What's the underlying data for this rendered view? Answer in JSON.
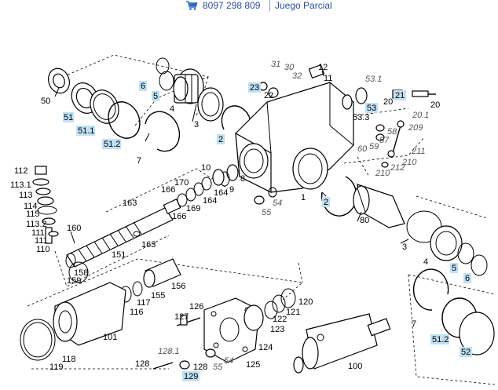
{
  "header": {
    "part_number": "8097 298 809",
    "kit_label": "Juego Parcial"
  },
  "icons": {
    "cart": "shopping-cart-icon"
  },
  "highlight_color": "#bfe0f5",
  "link_color": "#2a4f9a",
  "labels": {
    "l50": "50",
    "l51": "51",
    "l51_1": "51.1",
    "l51_2": "51.2",
    "l6a": "6",
    "l5a": "5",
    "l4a": "4",
    "l3a": "3",
    "l7a": "7",
    "l2a": "2",
    "l31": "31",
    "l30": "30",
    "l32": "32",
    "l12": "12",
    "l11": "11",
    "l23": "23",
    "l22": "22",
    "l53_1": "53.1",
    "l21": "21",
    "l20a": "20",
    "l20b": "20",
    "l53": "53",
    "l53_3": "53.3",
    "l20_1": "20.1",
    "l209": "209",
    "l60": "60",
    "l59": "59",
    "l58": "58",
    "l57": "57",
    "l211": "211",
    "l210a": "210",
    "l210b": "210",
    "l212": "212",
    "l10": "10",
    "l170": "170",
    "l166a": "166",
    "l164a": "164",
    "l9": "9",
    "l8": "8",
    "l54a": "54",
    "l55a": "55",
    "l1": "1",
    "l2b": "2",
    "l80": "80",
    "l112": "112",
    "l113_1": "113.1",
    "l113": "113",
    "l114": "114",
    "l115": "115",
    "l113_2": "113.2",
    "l111a": "111",
    "l111b": "111",
    "l110": "110",
    "l163a": "163",
    "l169": "169",
    "l164b": "164",
    "l166b": "166",
    "l160": "160",
    "l163b": "163",
    "l158": "158",
    "l159": "159",
    "l151": "151",
    "l3b": "3",
    "l4b": "4",
    "l5b": "5",
    "l6b": "6",
    "l156": "156",
    "l155": "155",
    "l117": "117",
    "l116": "116",
    "l101": "101",
    "l118": "118",
    "l119": "119",
    "l126": "126",
    "l127": "127",
    "l128_1": "128.1",
    "l128a": "128",
    "l128b": "128",
    "l129": "129",
    "l55b": "55",
    "l54b": "54",
    "l125": "125",
    "l124": "124",
    "l123": "123",
    "l122": "122",
    "l121": "121",
    "l120": "120",
    "l100": "100",
    "l7b": "7",
    "l51_2b": "51.2",
    "l52": "52"
  }
}
